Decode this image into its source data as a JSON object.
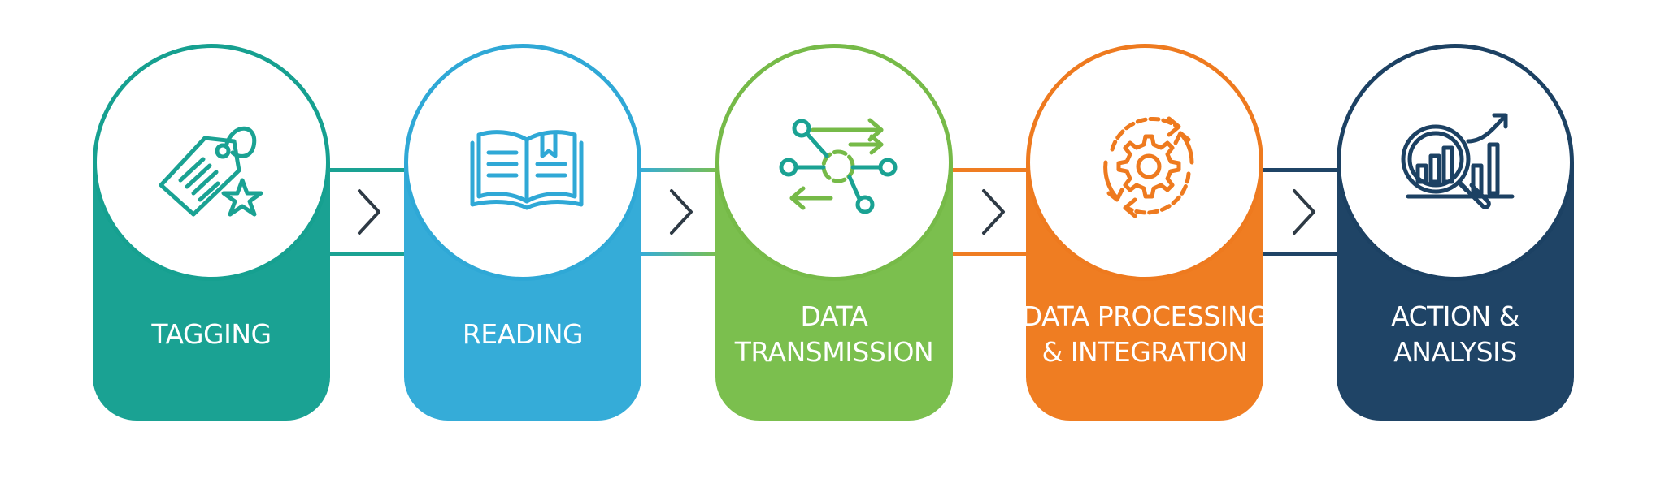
{
  "steps": [
    {
      "label_line1": "TAGGING",
      "label_line2": "",
      "icon": "tag-star-icon",
      "color": "#1aa293",
      "ring_color": "#16a090"
    },
    {
      "label_line1": "READING",
      "label_line2": "",
      "icon": "open-book-icon",
      "color": "#35acd8",
      "ring_color": "#2fa8d6"
    },
    {
      "label_line1": "DATA",
      "label_line2": "TRANSMISSION",
      "icon": "network-transfer-icon",
      "color": "#7bbf4e",
      "ring_color": "#76ba48"
    },
    {
      "label_line1": "DATA PROCESSING",
      "label_line2": "& INTEGRATION",
      "icon": "gear-cycle-icon",
      "color": "#ef7d22",
      "ring_color": "#ee7a1f"
    },
    {
      "label_line1": "ACTION &",
      "label_line2": "ANALYSIS",
      "icon": "magnifier-chart-icon",
      "color": "#1f4466",
      "ring_color": "#1c4163"
    }
  ],
  "connector_color": "#2e3a45"
}
